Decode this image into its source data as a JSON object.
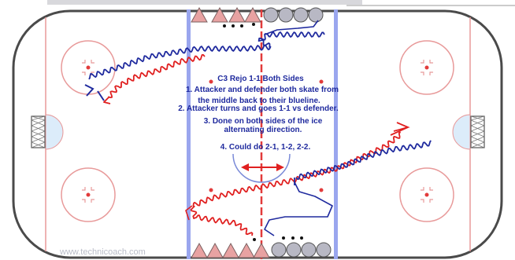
{
  "diagram": {
    "title": "C3 Rejo 1-1 Both Sides",
    "lines": [
      "1. Attacker and defender both skate from",
      "the middle back to their blueline.",
      "2. Attacker turns and goes 1-1 vs defender.",
      "3. Done on both sides of the ice",
      "alternating direction.",
      "4.  Could do 2-1, 1-2, 2-2."
    ],
    "watermark": "www.technicoach.com"
  },
  "colors": {
    "board": "#4a4a4a",
    "red_line": "#e23b3b",
    "blue_line": "#9aa6ee",
    "crease": "#dcecfa",
    "attacker": "#e8a2a2",
    "defender": "#b8b8c4",
    "attacker_path": "#e02020",
    "defender_path": "#1f2a9e",
    "text": "#1f2a9e"
  }
}
